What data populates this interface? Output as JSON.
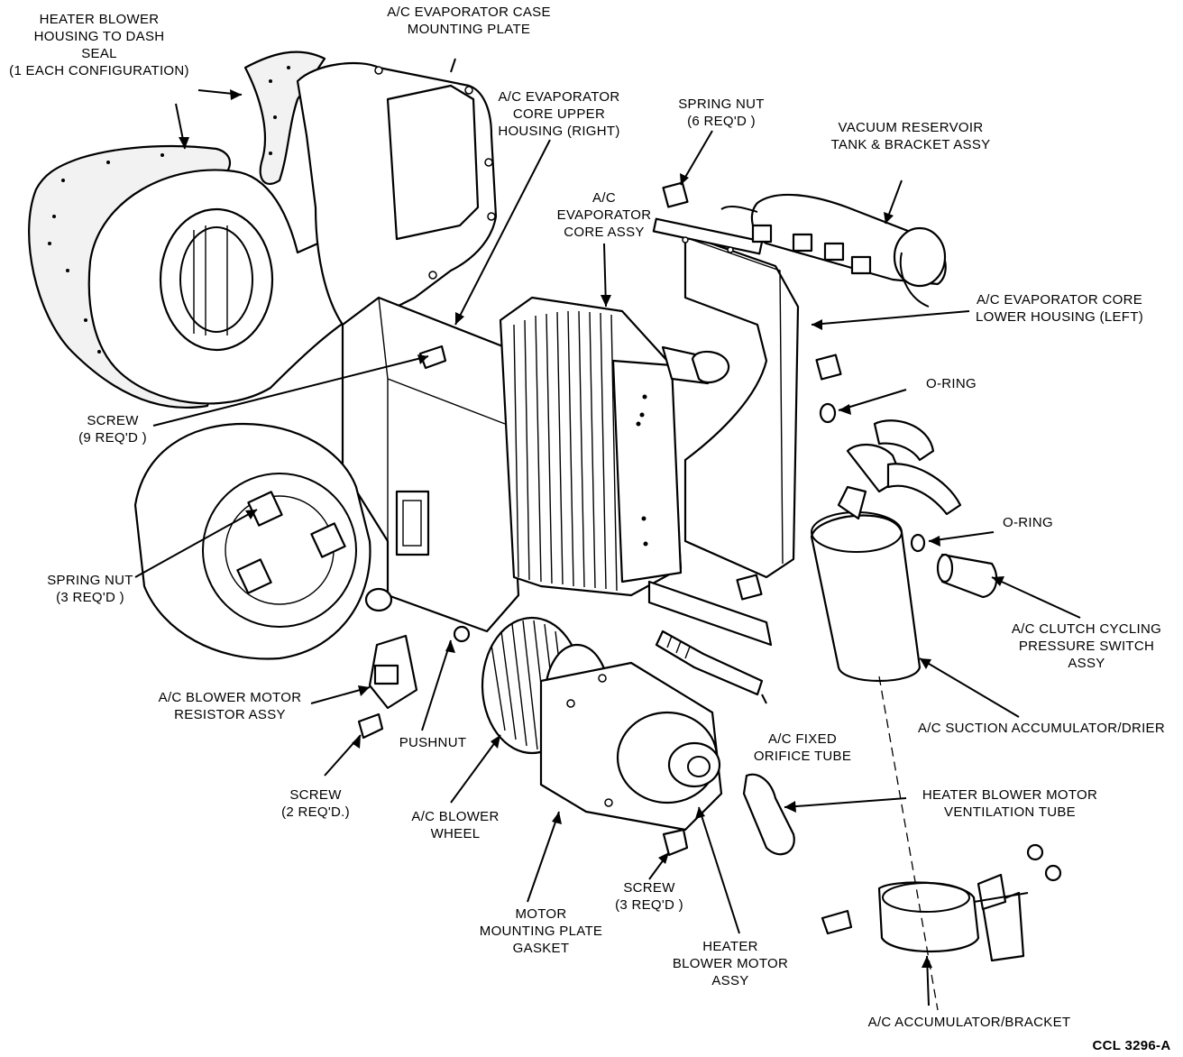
{
  "labels": {
    "heater_blower_housing_seal": [
      "HEATER BLOWER",
      "HOUSING TO DASH",
      "SEAL",
      "(1 EACH CONFIGURATION)"
    ],
    "evap_case_mounting_plate": [
      "A/C EVAPORATOR CASE",
      "MOUNTING PLATE"
    ],
    "evap_core_upper_housing": [
      "A/C EVAPORATOR",
      "CORE UPPER",
      "HOUSING (RIGHT)"
    ],
    "spring_nut_6": [
      "SPRING NUT",
      "(6 REQ'D )"
    ],
    "vacuum_reservoir": [
      "VACUUM RESERVOIR",
      "TANK & BRACKET ASSY"
    ],
    "evap_core_assy": [
      "A/C",
      "EVAPORATOR",
      "CORE ASSY"
    ],
    "evap_core_lower_housing": [
      "A/C EVAPORATOR CORE",
      "LOWER HOUSING (LEFT)"
    ],
    "o_ring_1": [
      "O-RING"
    ],
    "screw_9": [
      "SCREW",
      "(9 REQ'D )"
    ],
    "o_ring_2": [
      "O-RING"
    ],
    "spring_nut_3": [
      "SPRING NUT",
      "(3 REQ'D )"
    ],
    "clutch_cycling_switch": [
      "A/C CLUTCH CYCLING",
      "PRESSURE SWITCH",
      "ASSY"
    ],
    "blower_motor_resistor": [
      "A/C BLOWER MOTOR",
      "RESISTOR ASSY"
    ],
    "pushnut": [
      "PUSHNUT"
    ],
    "fixed_orifice_tube": [
      "A/C FIXED",
      "ORIFICE TUBE"
    ],
    "suction_accumulator": [
      "A/C SUCTION ACCUMULATOR/DRIER"
    ],
    "screw_2": [
      "SCREW",
      "(2 REQ'D.)"
    ],
    "blower_wheel": [
      "A/C BLOWER",
      "WHEEL"
    ],
    "ventilation_tube": [
      "HEATER BLOWER MOTOR",
      "VENTILATION TUBE"
    ],
    "screw_3": [
      "SCREW",
      "(3 REQ'D )"
    ],
    "motor_plate_gasket": [
      "MOTOR",
      "MOUNTING PLATE",
      "GASKET"
    ],
    "heater_blower_motor": [
      "HEATER",
      "BLOWER MOTOR",
      "ASSY"
    ],
    "accumulator_bracket": [
      "A/C ACCUMULATOR/BRACKET"
    ],
    "figure_code": "CCL 3296-A"
  }
}
